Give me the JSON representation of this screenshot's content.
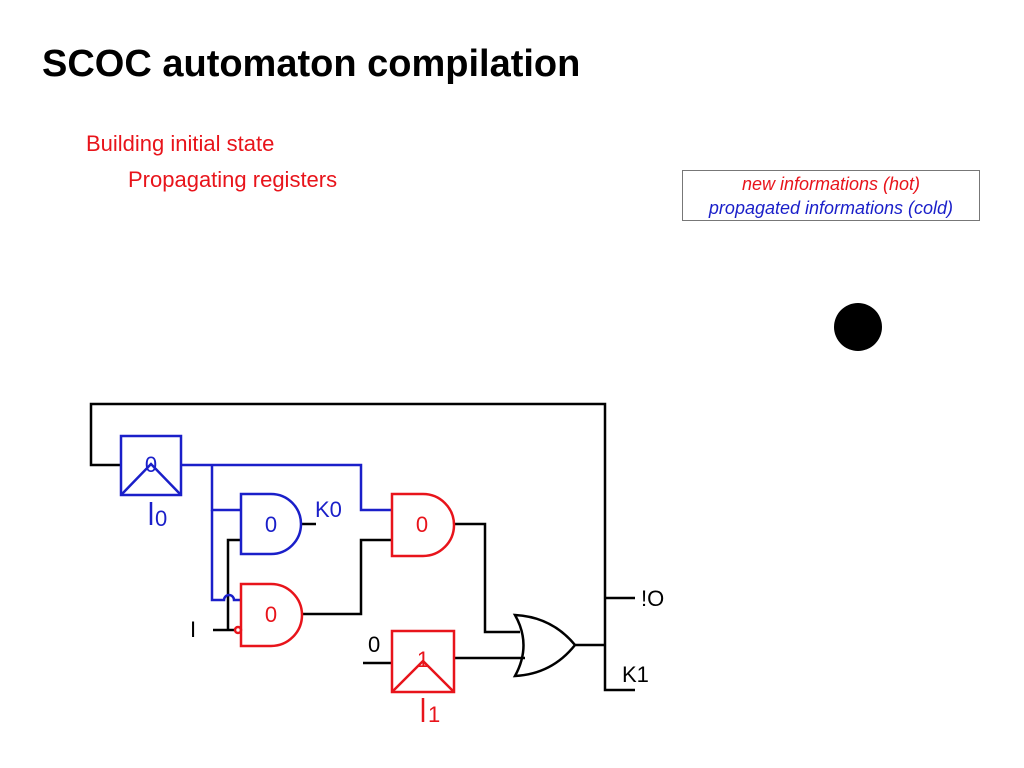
{
  "title": "SCOC automaton compilation",
  "steps": [
    "Building initial state",
    "Propagating registers"
  ],
  "legend": {
    "hot": "new informations (hot)",
    "cold": "propagated informations (cold)"
  },
  "colors": {
    "hot": "#e8141b",
    "cold": "#1a1fc9",
    "wire": "#000000"
  },
  "circuit": {
    "register_k0": {
      "state": "0",
      "init": "0"
    },
    "and_k0": {
      "value": "0",
      "output_label": "K0"
    },
    "and_mid": {
      "value": "0"
    },
    "and_input": {
      "value": "0",
      "input_label": "I"
    },
    "register_k1": {
      "state": "1",
      "init": "1",
      "input_value": "0"
    },
    "output_label": "!O",
    "k1_label": "K1"
  }
}
